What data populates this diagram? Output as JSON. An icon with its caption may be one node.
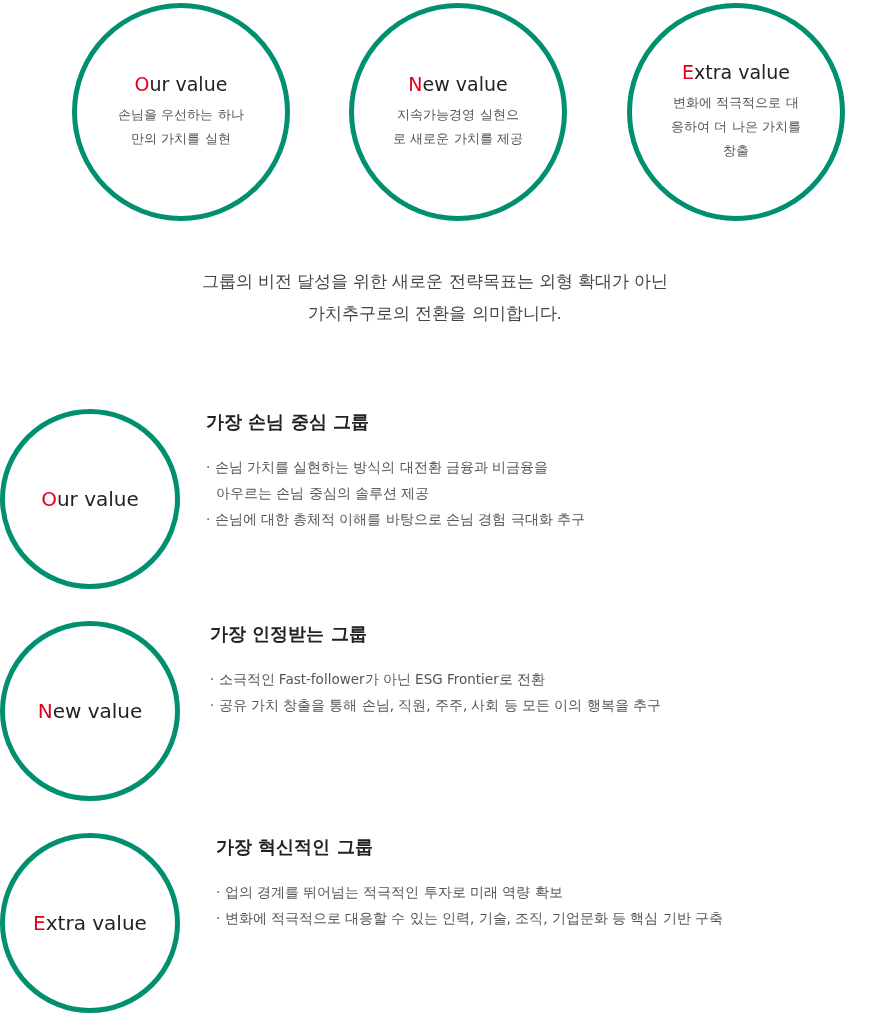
{
  "diagram": {
    "nodes": [
      {
        "text": [
          "Our value",
          "손님을 우선하는 하나만의 가치를 실현"
        ]
      },
      {
        "text": [
          "New value",
          "지속가능경영 실현으로 새로운 가치를 제공"
        ]
      },
      {
        "text": [
          "Extra value",
          "변화에 적극적으로 대응하여 더 나은 가치를 창출"
        ]
      },
      {
        "text": [
          "Our value"
        ],
        "beside": [
          "**가장 손님 중심** 그룹",
          "· 손님 가치를 실현하는 방식의 대전환 금융과 비금융을 아우르는 손님 중심의 솔루션 제공",
          "· 손님에 대한 총체적 이해를 바탕으로 손님 경험 극대화 추구"
        ]
      },
      {
        "text": [
          "New value"
        ],
        "beside": [
          "**가장 인정받는** 그룹",
          "· 소극적인 Fast-follower가 아닌 ESG Frontier로 전환",
          "· 공유 가치 창출을 통해 손님, 직원, 주주, 사회 등 모든 이의 행복을 추구"
        ]
      },
      {
        "text": [
          "Extra value"
        ],
        "beside": [
          "**가장 혁신적인** 그룹",
          "· 업의 경계를 뛰어넘는 적극적인 투자로 미래 역량 확보",
          "· 변화에 적극적으로 대응할 수 있는 인력, 기술, 조직, 기업문화 등 핵심 기반 구축"
        ]
      }
    ],
    "edges": [],
    "labels": [
      "그룹의 비전 달성을 위한 새로운 전략목표는 외형 확대가 아닌 가치추구로의 전환을 의미합니다."
    ]
  }
}
